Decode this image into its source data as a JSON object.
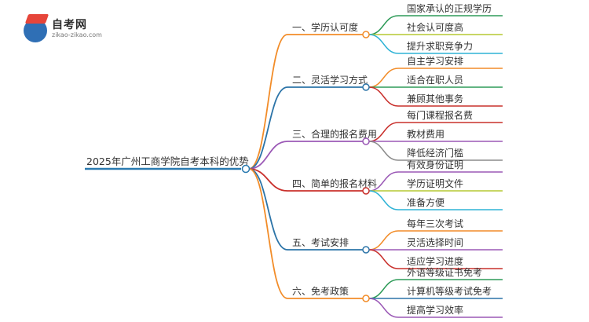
{
  "logo": {
    "title": "自考网",
    "url": "zikao-zikao.com"
  },
  "root": {
    "label": "2025年广州工商学院自考本科的优势",
    "color": "#2a7ab0"
  },
  "branches": [
    {
      "label": "一、学历认可度",
      "color": "#f28c28",
      "children": [
        {
          "label": "国家承认的正规学历",
          "color": "#2e9b58"
        },
        {
          "label": "社会认可度高",
          "color": "#b5c832"
        },
        {
          "label": "提升求职竞争力",
          "color": "#2fb3d6"
        }
      ]
    },
    {
      "label": "二、灵活学习方式",
      "color": "#2c74a8",
      "children": [
        {
          "label": "自主学习安排",
          "color": "#f28c28"
        },
        {
          "label": "适合在职人员",
          "color": "#2e9b58"
        },
        {
          "label": "兼顾其他事务",
          "color": "#c9302c"
        }
      ]
    },
    {
      "label": "三、合理的报名费用",
      "color": "#9b59b6",
      "children": [
        {
          "label": "每门课程报名费",
          "color": "#c9302c"
        },
        {
          "label": "教材费用",
          "color": "#9b59b6"
        },
        {
          "label": "降低经济门槛",
          "color": "#8c8c8c"
        }
      ]
    },
    {
      "label": "四、简单的报名材料",
      "color": "#c9302c",
      "children": [
        {
          "label": "有效身份证明",
          "color": "#9b59b6"
        },
        {
          "label": "学历证明文件",
          "color": "#b5c832"
        },
        {
          "label": "准备方便",
          "color": "#2fb3d6"
        }
      ]
    },
    {
      "label": "五、考试安排",
      "color": "#2c74a8",
      "children": [
        {
          "label": "每年三次考试",
          "color": "#f28c28"
        },
        {
          "label": "灵活选择时间",
          "color": "#9b59b6"
        },
        {
          "label": "适应学习进度",
          "color": "#c9302c"
        }
      ]
    },
    {
      "label": "六、免考政策",
      "color": "#f28c28",
      "children": [
        {
          "label": "外语等级证书免考",
          "color": "#2e9b58"
        },
        {
          "label": "计算机等级考试免考",
          "color": "#2c74a8"
        },
        {
          "label": "提高学习效率",
          "color": "#9b59b6"
        }
      ]
    }
  ]
}
